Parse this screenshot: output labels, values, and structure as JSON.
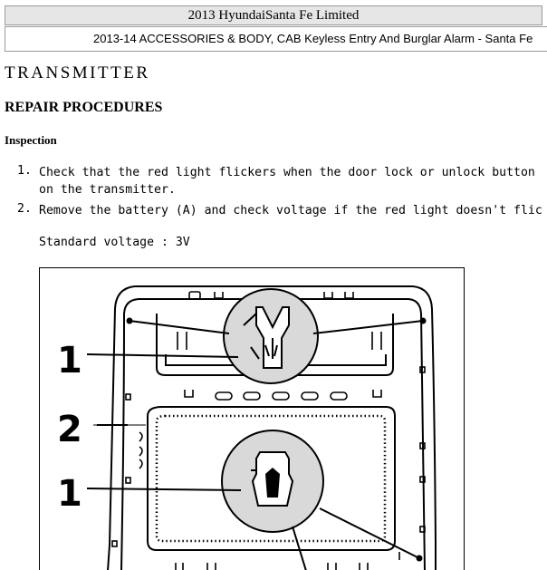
{
  "header": {
    "title": "2013 HyundaiSanta Fe Limited",
    "subtitle": "2013-14 ACCESSORIES & BODY, CAB Keyless Entry And Burglar Alarm - Santa Fe"
  },
  "section_title": "TRANSMITTER",
  "subsection_title": "REPAIR PROCEDURES",
  "subheading": "Inspection",
  "steps": [
    {
      "num": "1.",
      "line1": "Check that the red light flickers when the door lock or unlock button",
      "line2": "on the transmitter."
    },
    {
      "num": "2.",
      "line1": "Remove the battery (A) and check voltage if the red light doesn't flic"
    }
  ],
  "standard_voltage": "Standard voltage : 3V",
  "figure": {
    "callouts": [
      "1",
      "2",
      "1"
    ]
  }
}
